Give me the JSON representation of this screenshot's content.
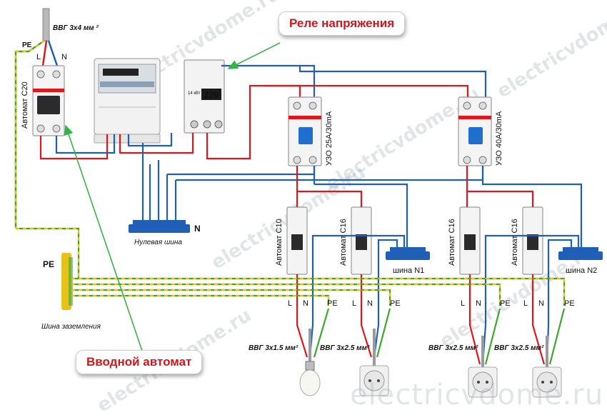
{
  "callouts": {
    "relay": "Реле напряжения",
    "main_breaker": "Вводной автомат"
  },
  "cable_labels": {
    "input": "ВВГ 3х4 мм ²",
    "lamp": "ВВГ 3х1.5 мм²",
    "socket1": "ВВГ 3х2.5 мм²",
    "socket2": "ВВГ 3х2.5 мм²",
    "socket3": "ВВГ 3х2.5 мм²"
  },
  "wire_letters": {
    "pe": "PE",
    "l": "L",
    "n": "N"
  },
  "devices": {
    "main_breaker": "Автомат С20",
    "rcd1": "УЗО 25А/30mA",
    "rcd2": "УЗО 40А/30mA",
    "breaker_c10": "Автомат С10",
    "breaker_c16a": "Автомат С16",
    "breaker_c16b": "Автомат С16",
    "breaker_c16c": "Автомат С16",
    "relay_display": "220",
    "relay_caption": "14 кВт"
  },
  "buses": {
    "neutral": "Нулевая шина",
    "neutral_letter": "N",
    "bus1": "шина N1",
    "bus2": "шина N2",
    "ground": "Шина заземления",
    "ground_letter": "PE"
  },
  "watermark": "electricvdome.ru",
  "colors": {
    "phase": "#e0161d",
    "neutral": "#1f5fb5",
    "ground": "#3aa82a",
    "ground_stripe": "#e8c21a",
    "callout_text": "#d6151b",
    "arrow": "#35b34a"
  }
}
